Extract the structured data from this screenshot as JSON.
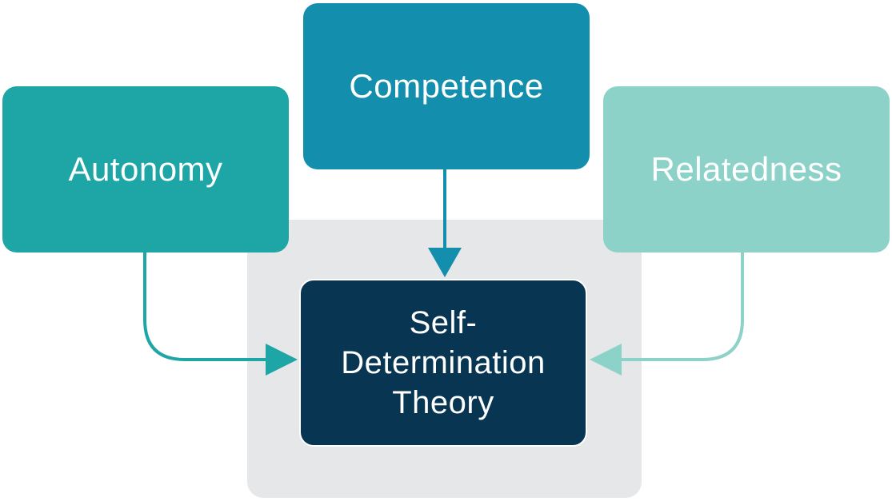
{
  "diagram": {
    "center": {
      "label": "Self-Determination Theory",
      "lines": [
        "Self-",
        "Determination",
        "Theory"
      ],
      "color": "#073552"
    },
    "nodes": [
      {
        "key": "autonomy",
        "label": "Autonomy",
        "color": "#1ea5a6"
      },
      {
        "key": "competence",
        "label": "Competence",
        "color": "#138ead"
      },
      {
        "key": "relatedness",
        "label": "Relatedness",
        "color": "#8dd2c8"
      }
    ],
    "backdrop_color": "#e6e7e8"
  }
}
